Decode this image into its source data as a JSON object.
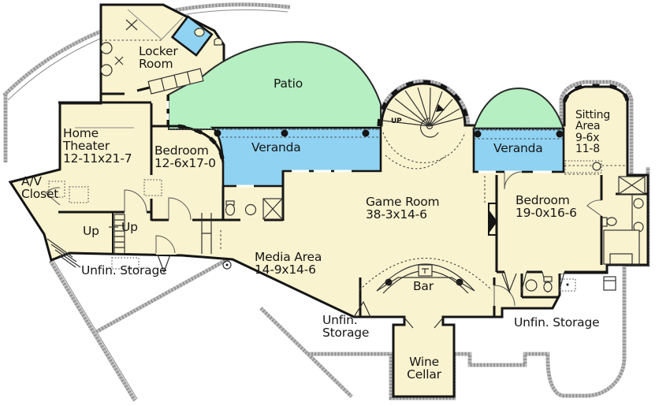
{
  "colors": {
    "floor": "#FAF3CF",
    "patio_green": "#B5EFC2",
    "veranda_blue": "#8FD2F2",
    "wall": "#151515",
    "foundation_gray": "#8d8d8d"
  },
  "labels": {
    "locker_room": "Locker\nRoom",
    "patio": "Patio",
    "home_theater": "Home\nTheater\n12-11x21-7",
    "bedroom_small": "Bedroom\n12-6x17-0",
    "veranda_left": "Veranda",
    "veranda_right": "Veranda",
    "sitting_area": "Sitting\nArea\n9-6x\n11-8",
    "av_closet": "A/V\nCloset",
    "game_room": "Game Room\n38-3x14-6",
    "bedroom_large": "Bedroom\n19-0x16-6",
    "up_left": "Up",
    "up_right": "Up",
    "up_spiral": "UP",
    "media_area": "Media Area\n14-9x14-6",
    "bar": "Bar",
    "unfin_storage_left": "Unfin. Storage",
    "unfin_storage_center": "Unfin.\nStorage",
    "unfin_storage_right": "Unfin. Storage",
    "wine_cellar": "Wine\nCellar"
  }
}
